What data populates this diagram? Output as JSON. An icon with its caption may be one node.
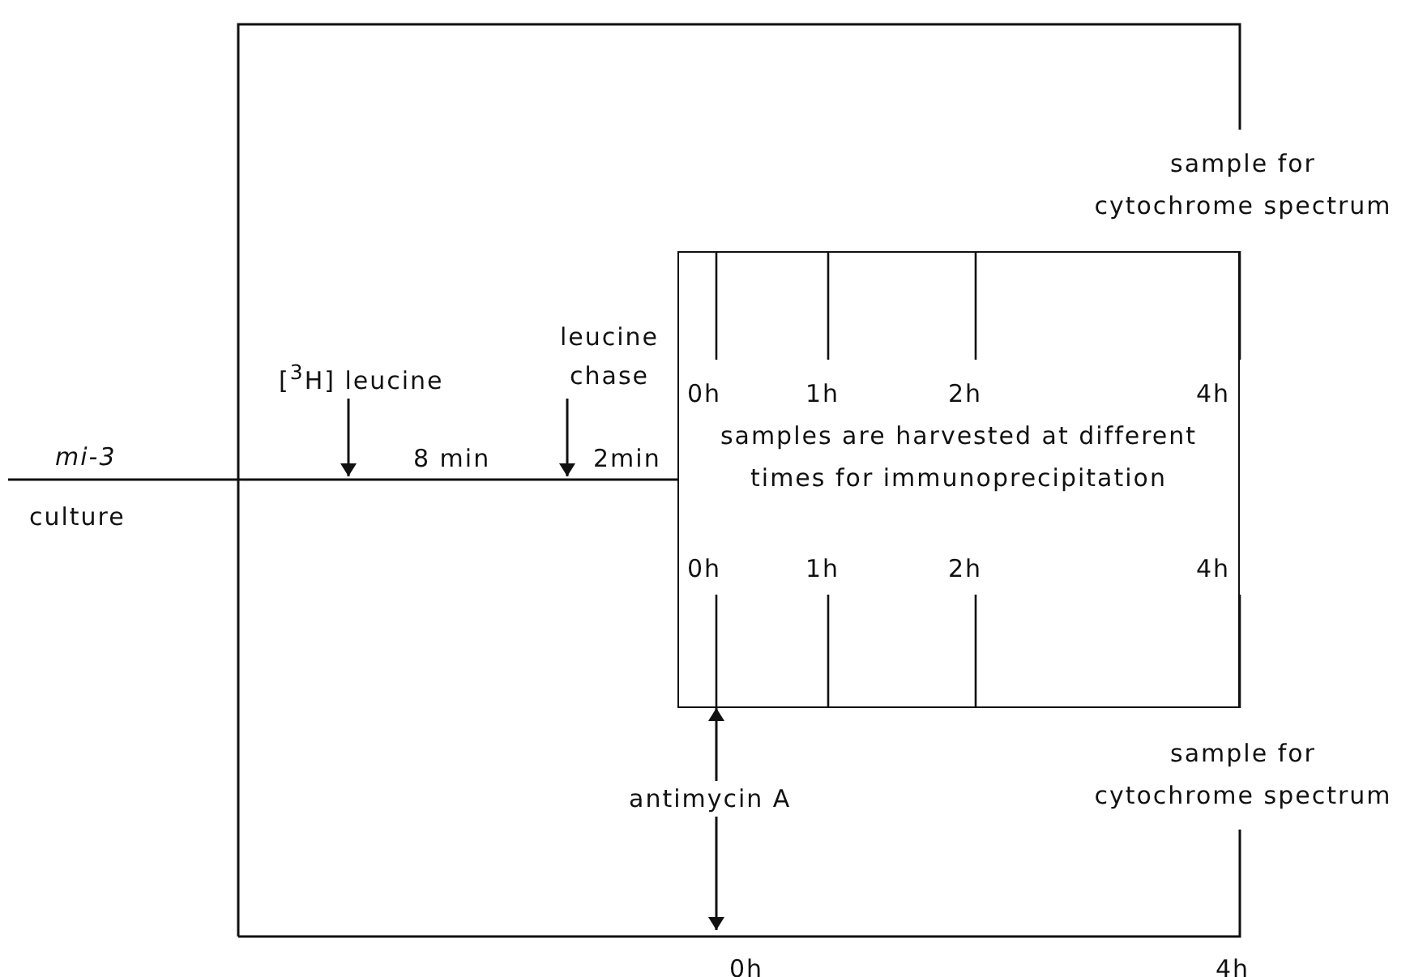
{
  "diagram": {
    "nodes": [
      {
        "text": [
          "[$^{3}$H] leucine"
        ]
      },
      {
        "text": [
          "leucine chase"
        ]
      },
      {
        "text": [
          "antimycin A"
        ]
      },
      {
        "text": [
          "samples are harvested at different times for immunoprecipitation"
        ]
      }
    ],
    "edges": [
      {
        "from": 0,
        "to": null,
        "arrow": "to"
      },
      {
        "from": 1,
        "to": null,
        "arrow": "to"
      },
      {
        "from": 2,
        "to": 3,
        "arrow": "to"
      },
      {
        "from": 2,
        "to": null,
        "arrow": "to"
      }
    ],
    "labels": [
      "sample for cytochrome spectrum",
      "0h",
      "1h",
      "2h",
      "4h",
      "mi-3",
      "8 min",
      "2min",
      "culture",
      "0h",
      "1h",
      "2h",
      "4h",
      "sample for cytochrome spectrum",
      "0h",
      "4h"
    ]
  }
}
